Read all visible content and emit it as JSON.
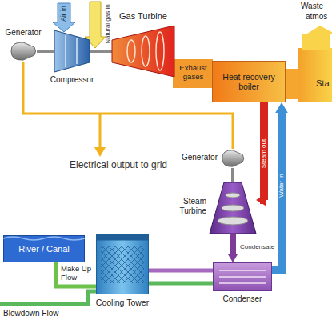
{
  "diagram": {
    "nodes": [
      {
        "text": [
          "Generator"
        ]
      },
      {
        "text": [
          "Compressor"
        ]
      },
      {
        "text": [
          "Gas Turbine"
        ]
      },
      {
        "text": [
          "Heat recovery boiler"
        ]
      },
      {
        "text": [
          "Generator"
        ]
      },
      {
        "text": [
          "Steam Turbine"
        ]
      },
      {
        "text": [
          "Condenser"
        ]
      },
      {
        "text": [
          "Cooling Tower"
        ]
      },
      {
        "text": [
          "River / Canal"
        ]
      }
    ],
    "edges": [
      {
        "from": 0,
        "to": 1,
        "arrow": "none"
      },
      {
        "from": 1,
        "to": 2,
        "arrow": "none"
      },
      {
        "from": 2,
        "to": 3,
        "label": "Exhaust gases",
        "arrow": "none"
      },
      {
        "from": 3,
        "to": 5,
        "label": "Steam out",
        "arrow": "to"
      },
      {
        "from": 6,
        "to": 3,
        "label": "Water in",
        "arrow": "to"
      },
      {
        "from": 4,
        "to": 5,
        "arrow": "none"
      },
      {
        "from": 5,
        "to": 6,
        "label": "Condensate",
        "arrow": "to"
      },
      {
        "from": 6,
        "to": 7,
        "arrow": "none"
      },
      {
        "from": 7,
        "to": 6,
        "arrow": "none"
      },
      {
        "from": 8,
        "to": 7,
        "label": "Make Up Flow",
        "arrow": "none"
      }
    ],
    "labels": [
      "Waste",
      "atmos",
      "Sta",
      "Air in",
      "Natural gas in",
      "Electrical output to grid",
      "Blowdown Flow"
    ]
  }
}
